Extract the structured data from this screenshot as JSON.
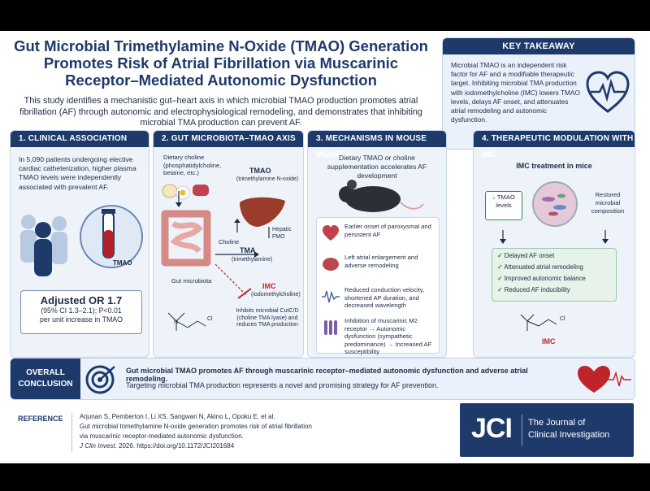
{
  "title": "Gut Microbial Trimethylamine N-Oxide (TMAO) Generation Promotes Risk of Atrial Fibrillation via Muscarinic Receptor–Mediated Autonomic Dysfunction",
  "subtitle": "This study identifies a mechanistic gut–heart axis in which microbial TMAO production promotes atrial fibrillation (AF) through autonomic and electrophysiological remodeling, and demonstrates that inhibiting microbial TMA production can prevent AF.",
  "key_takeaway": {
    "heading": "KEY TAKEAWAY",
    "text": "Microbial TMAO is an independent risk factor for AF and a modifiable therapeutic target. Inhibiting microbial TMA production with iodomethylcholine (IMC) lowers TMAO levels, delays AF onset, and attenuates atrial remodeling and autonomic dysfunction.",
    "icon": "heart-pulse-icon"
  },
  "panel1": {
    "heading": "1. CLINICAL ASSOCIATION",
    "text": "In 5,090 patients undergoing elective cardiac catheterization, higher plasma TMAO levels were independently associated with prevalent AF.",
    "tube_label": "TMAO",
    "or_main": "Adjusted OR 1.7",
    "or_sub1": "(95% CI 1.3–2.1); P<0.01",
    "or_sub2": "per unit increase in TMAO"
  },
  "panel2": {
    "heading": "2. GUT MICROBIOTA–TMAO AXIS",
    "diet": "Dietary choline (phosphatidylcholine, betaine, etc.)",
    "tmao": "TMAO",
    "tmao_full": "(trimethylamine N-oxide)",
    "hepatic": "Hepatic FMO",
    "choline": "Choline",
    "tma": "TMA",
    "tma_full": "(trimethylamine)",
    "microbiota": "Gut microbiota",
    "imc": "IMC",
    "imc_full": "(iodomethylcholine)",
    "inhibits": "Inhibits microbial CutC/D (choline TMA lyase) and reduces TMA production",
    "cl": "Cl"
  },
  "panel3": {
    "heading": "3. MECHANISMS IN MOUSE MODELS",
    "text": "Dietary TMAO or choline supplementation accelerates AF development",
    "items": [
      {
        "text": "Earlier onset of paroxysmal and persistent AF",
        "icon": "heart-icon"
      },
      {
        "text": "Left atrial enlargement and adverse remodeling",
        "icon": "atrium-icon"
      },
      {
        "text": "Reduced conduction velocity, shortened AP duration, and decreased wavelength",
        "icon": "waveform-icon"
      },
      {
        "text": "Inhibition of muscarinic M2 receptor → Autonomic dysfunction (sympathetic predominance) → Increased AF susceptibility",
        "icon": "receptor-icon"
      }
    ]
  },
  "panel4": {
    "heading": "4. THERAPEUTIC MODULATION WITH IMC",
    "sub": "IMC treatment in mice",
    "tmao_levels": "↓ TMAO levels",
    "restored": "Restored microbial composition",
    "checks": [
      "Delayed AF onset",
      "Attenuated atrial remodeling",
      "Improved autonomic balance",
      "Reduced AF inducibility"
    ],
    "imc": "IMC",
    "cl": "Cl"
  },
  "conclusion": {
    "heading": "OVERALL CONCLUSION",
    "line1": "Gut microbial TMAO promotes AF through muscarinic receptor–mediated autonomic dysfunction and adverse atrial remodeling.",
    "line2": "Targeting microbial TMA production represents a novel and promising strategy for AF prevention."
  },
  "reference": {
    "label": "REFERENCE",
    "authors": "Arjunan S, Pemberton I, Li XS, Sangwan N, Akino L, Opoku E, et al.",
    "title1": "Gut microbial trimethylamine N-oxide generation promotes risk of atrial fibrillation",
    "title2": "via muscarinic receptor-mediated autonomic dysfunction.",
    "journal": "J Clin Invest.",
    "cite": " 2026. https://doi.org/10.1172/JCI201684"
  },
  "jci": {
    "logo": "JCI",
    "name1": "The Journal of",
    "name2": "Clinical Investigation"
  },
  "colors": {
    "navy": "#1e3a6b",
    "panel_bg": "#eef3fa",
    "red": "#c0242b",
    "green": "#2e8b57"
  }
}
